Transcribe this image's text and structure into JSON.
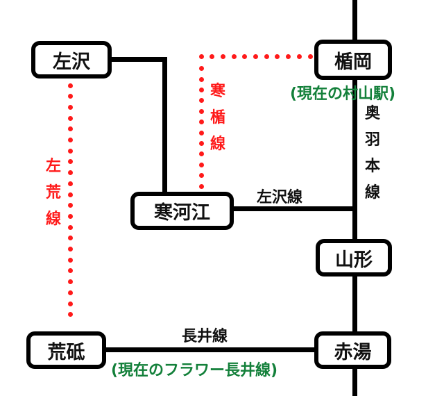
{
  "stations": {
    "aterazawa": "左沢",
    "tateoka": "楯岡",
    "sagae": "寒河江",
    "yamagata": "山形",
    "arato": "荒砥",
    "akayu": "赤湯"
  },
  "lines": {
    "aterazawa_line": "左沢線",
    "nagai_line": "長井線",
    "ou_main_line": [
      "奥",
      "羽",
      "本",
      "線"
    ],
    "kanjun_line": [
      "寒",
      "楯",
      "線"
    ],
    "saara_line": [
      "左",
      "荒",
      "線"
    ]
  },
  "notes": {
    "tateoka_current": "(現在の村山駅)",
    "nagai_current": "(現在のフラワー長井線)"
  },
  "colors": {
    "active_line": "#000000",
    "planned_line": "#ff1a1a",
    "note_text": "#13803a"
  }
}
